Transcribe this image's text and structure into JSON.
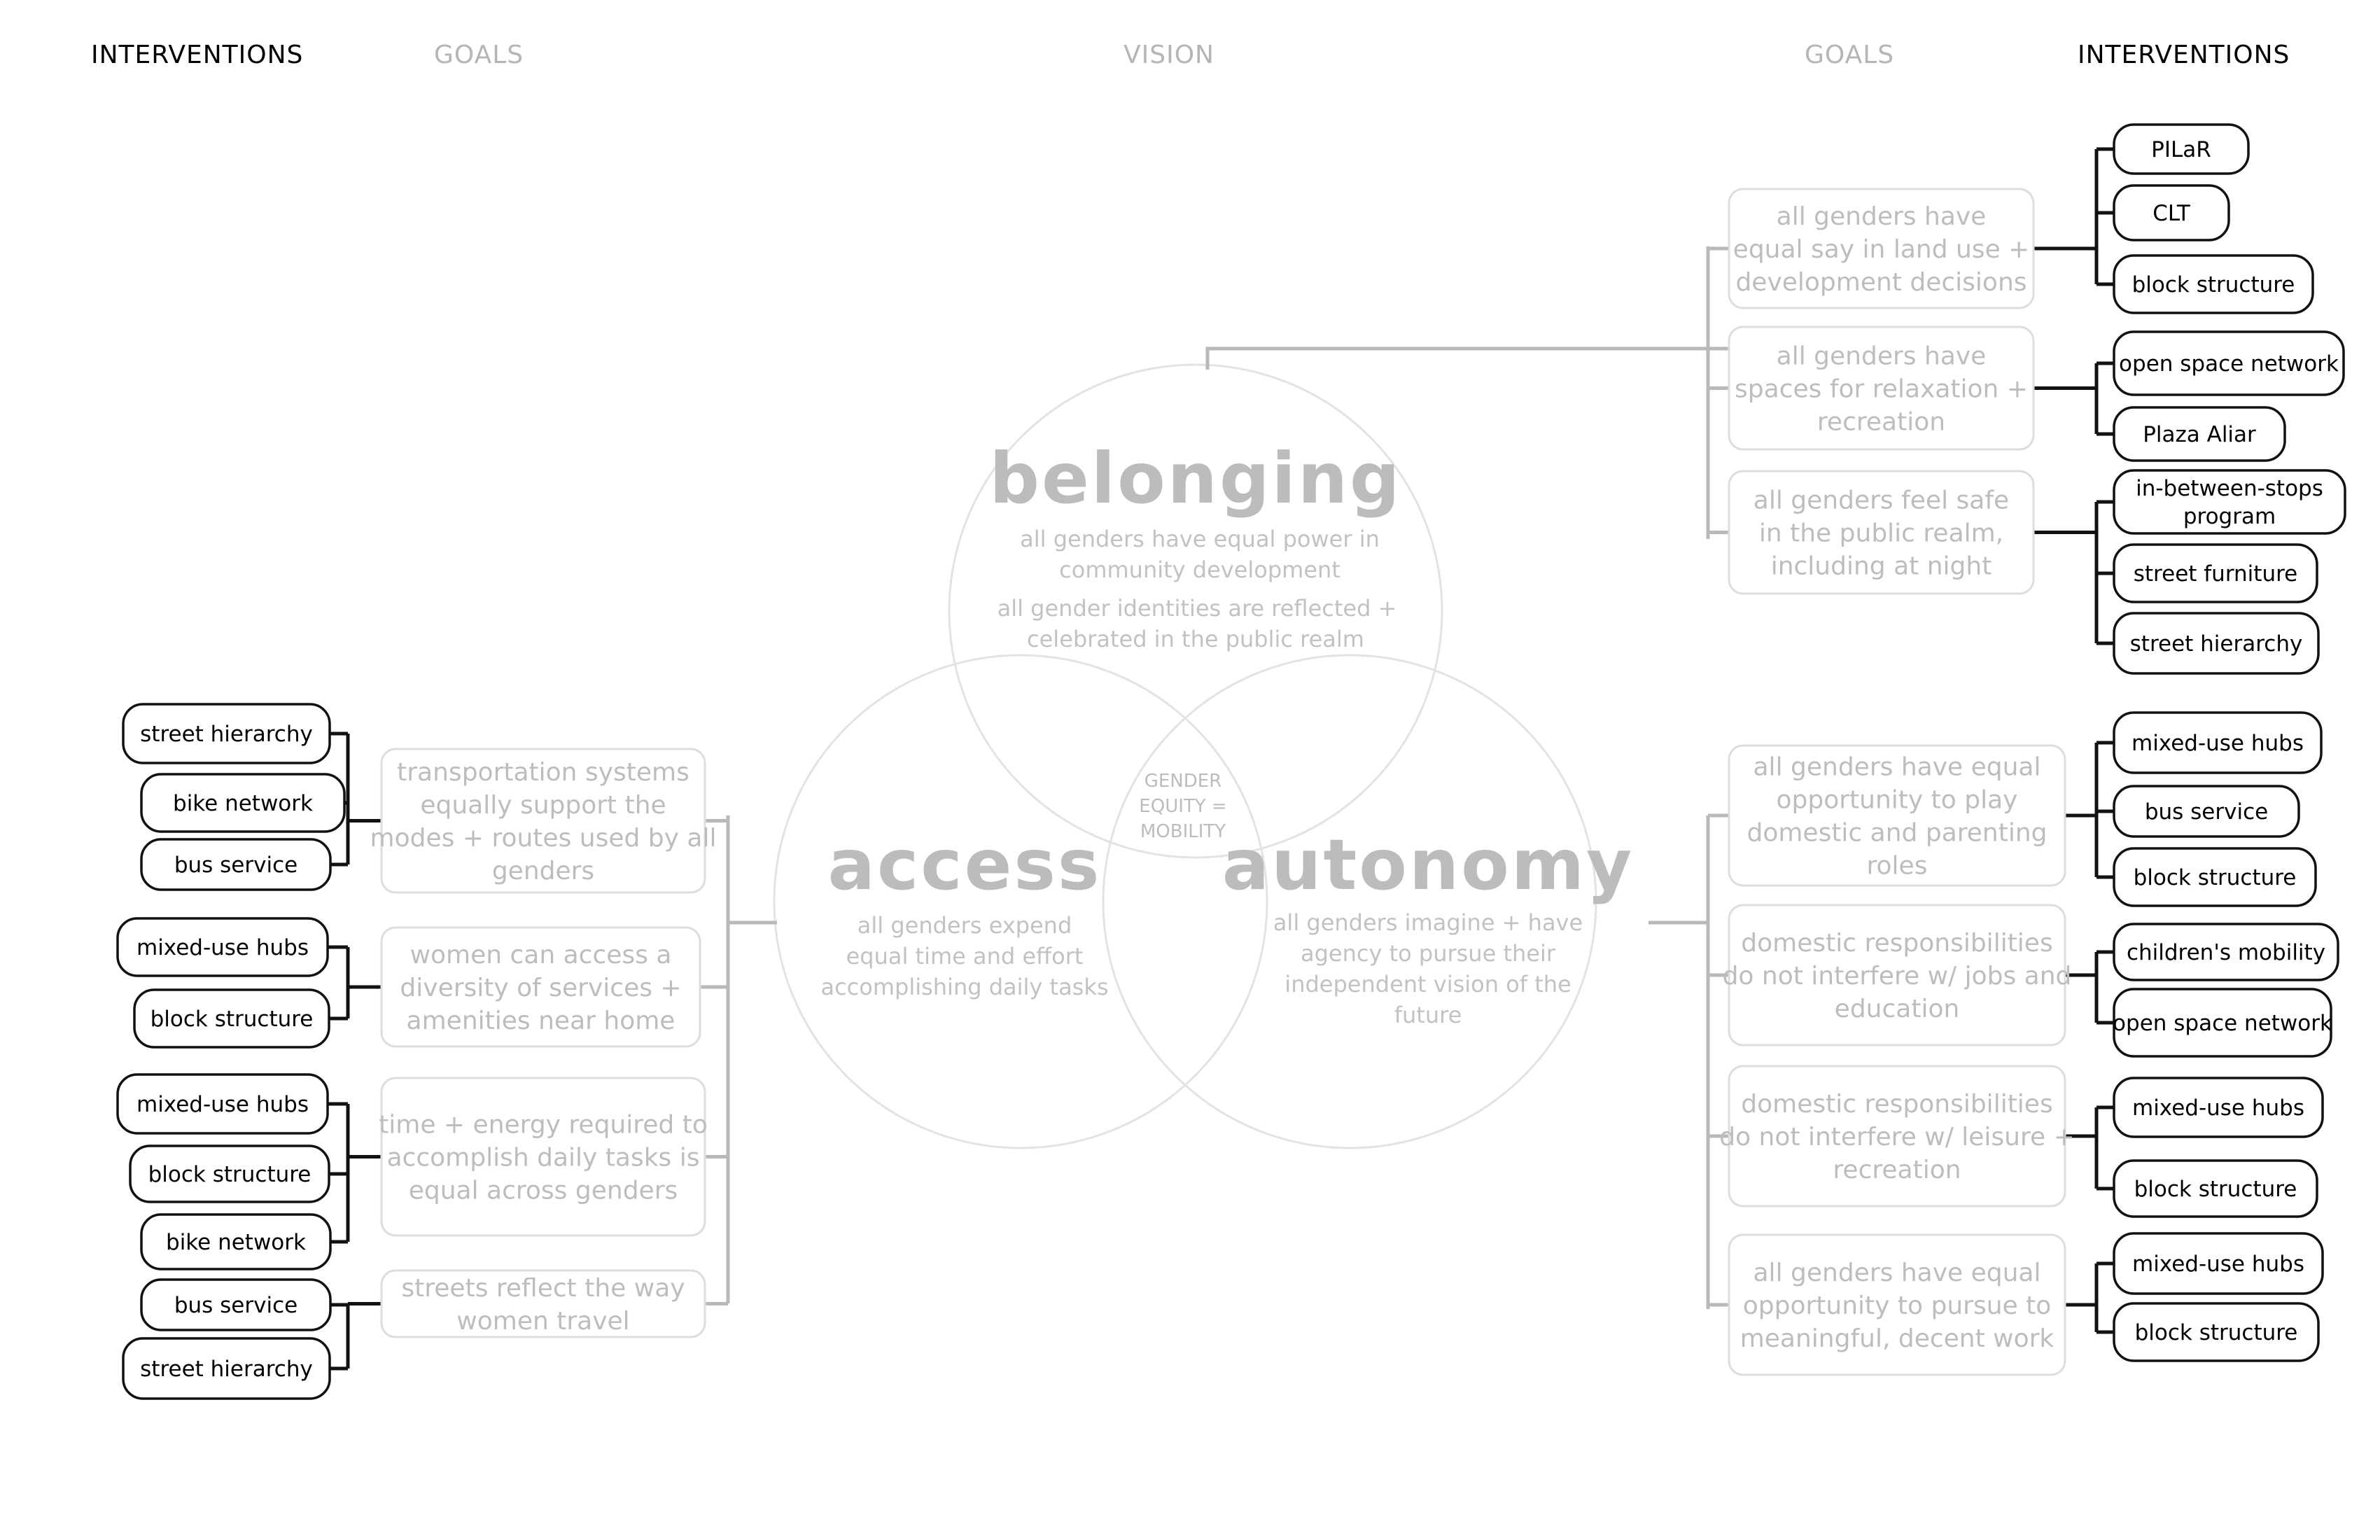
{
  "headers": {
    "left_interventions": "INTERVENTIONS",
    "left_goals": "GOALS",
    "vision": "VISION",
    "right_goals": "GOALS",
    "right_interventions": "INTERVENTIONS"
  },
  "vision": {
    "center": [
      "GENDER",
      "EQUITY =",
      "MOBILITY"
    ],
    "belonging": {
      "title": "belonging",
      "lines": [
        "all genders have equal power in",
        "community development"
      ],
      "lines2": [
        "all gender identities are reflected +",
        "celebrated in the public realm"
      ]
    },
    "access": {
      "title": "access",
      "lines": [
        "all genders expend",
        "equal time and effort",
        "accomplishing daily tasks"
      ]
    },
    "autonomy": {
      "title": "autonomy",
      "lines": [
        "all genders imagine + have",
        "agency to pursue their",
        "independent vision of the",
        "future"
      ]
    }
  },
  "left_goals": [
    {
      "lines": [
        "transportation systems",
        "equally support the",
        "modes + routes used by all",
        "genders"
      ],
      "interventions": [
        [
          "street hierarchy"
        ],
        [
          "bike network"
        ],
        [
          "bus service"
        ]
      ]
    },
    {
      "lines": [
        "women can access a",
        "diversity of services +",
        "amenities near home"
      ],
      "interventions": [
        [
          "mixed-use hubs"
        ],
        [
          "block structure"
        ]
      ]
    },
    {
      "lines": [
        "time + energy required to",
        "accomplish daily tasks is",
        "equal across genders"
      ],
      "interventions": [
        [
          "mixed-use hubs"
        ],
        [
          "block structure"
        ],
        [
          "bike network"
        ]
      ]
    },
    {
      "lines": [
        "streets reflect the way",
        "women travel"
      ],
      "interventions": [
        [
          "bus service"
        ],
        [
          "street hierarchy"
        ]
      ]
    }
  ],
  "right_top_goals": [
    {
      "lines": [
        "all genders have",
        "equal say in land use +",
        "development decisions"
      ],
      "interventions": [
        [
          "PILaR"
        ],
        [
          "CLT"
        ],
        [
          "block structure"
        ]
      ]
    },
    {
      "lines": [
        "all genders have",
        "spaces for relaxation +",
        "recreation"
      ],
      "interventions": [
        [
          "open space network"
        ],
        [
          "Plaza Aliar"
        ]
      ]
    },
    {
      "lines": [
        "all genders feel safe",
        "in the public realm,",
        "including at night"
      ],
      "interventions": [
        [
          "in-between-stops",
          "program"
        ],
        [
          "street furniture"
        ],
        [
          "street hierarchy"
        ]
      ]
    }
  ],
  "right_bottom_goals": [
    {
      "lines": [
        "all genders have equal",
        "opportunity to play",
        "domestic and parenting",
        "roles"
      ],
      "interventions": [
        [
          "mixed-use hubs"
        ],
        [
          "bus service"
        ],
        [
          "block structure"
        ]
      ]
    },
    {
      "lines": [
        "domestic responsibilities",
        "do not interfere w/ jobs and",
        "education"
      ],
      "interventions": [
        [
          "children's mobility"
        ],
        [
          "open space network"
        ]
      ]
    },
    {
      "lines": [
        "domestic responsibilities",
        "do not interfere w/ leisure +",
        "recreation"
      ],
      "interventions": [
        [
          "mixed-use hubs"
        ],
        [
          "block structure"
        ]
      ]
    },
    {
      "lines": [
        "all genders have equal",
        "opportunity to pursue to",
        "meaningful, decent work"
      ],
      "interventions": [
        [
          "mixed-use hubs"
        ],
        [
          "block structure"
        ]
      ]
    }
  ]
}
